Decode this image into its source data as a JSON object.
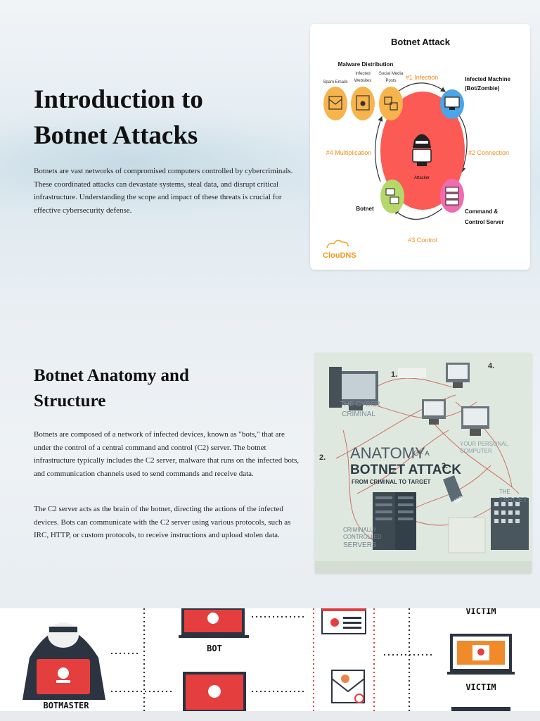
{
  "slide1": {
    "title_line1": "Introduction to",
    "title_line2": "Botnet Attacks",
    "body": "Botnets are vast networks of compromised computers controlled by cybercriminals. These coordinated attacks can devastate systems, steal data, and disrupt critical infrastructure. Understanding the scope and impact of these threats is crucial for effective cybersecurity defense.",
    "figure": {
      "title": "Botnet Attack",
      "malware_distribution": "Malware Distribution",
      "spam_emails": "Spam Emails",
      "infected_websites_1": "Infected",
      "infected_websites_2": "Websites",
      "social_media_1": "Social Media",
      "social_media_2": "Posts",
      "step1": "#1 Infection",
      "step2": "#2 Connection",
      "step3": "#3 Control",
      "step4": "#4 Multiplication",
      "infected_machine_1": "Infected Machine",
      "infected_machine_2": "(Bot/Zombie)",
      "attacker": "Attacker",
      "botnet": "Botnet",
      "cnc_1": "Command &",
      "cnc_2": "Control Server",
      "logo": "ClouDNS",
      "colors": {
        "red_circle": "#fb5a55",
        "orange": "#f7b34c",
        "blue": "#4ba5e6",
        "pink": "#f06bb0",
        "green": "#b6d86a",
        "step_orange": "#f28c1e"
      }
    }
  },
  "slide2": {
    "title_line1": "Botnet Anatomy and",
    "title_line2": "Structure",
    "body1": "Botnets are composed of a network of infected devices, known as \"bots,\" that are under the control of a central command and control (C2) server. The botnet infrastructure typically includes the C2 server, malware that runs on the infected bots, and communication channels used to send commands and receive data.",
    "body2": "The C2 server acts as the brain of the botnet, directing the actions of the infected devices. Bots can communicate with the C2 server using various protocols, such as IRC, HTTP, or custom protocols, to receive instructions and upload stolen data.",
    "figure": {
      "anatomy": "ANATOMY",
      "of_a": "OF A",
      "botnet_attack": "BOTNET ATTACK",
      "subtitle": "FROM CRIMINAL TO TARGET",
      "cyber_criminal_1": "THE CYBER",
      "cyber_criminal_2": "CRIMINAL",
      "your_personal_1": "YOUR PERSONAL",
      "your_personal_2": "COMPUTER",
      "the": "THE",
      "target": "TARGET",
      "isp": "ISP",
      "criminally_1": "CRIMINALLY",
      "criminally_2": "CONTROLLED",
      "criminally_3": "SERVERS",
      "step1": "1.",
      "step2": "2.",
      "step3": "3.",
      "step4": "4."
    }
  },
  "slide3": {
    "bot_label": "BOT",
    "botmaster_label": "BOTMASTER",
    "victim_top": "VICTIM",
    "victim_mid": "VICTIM"
  }
}
